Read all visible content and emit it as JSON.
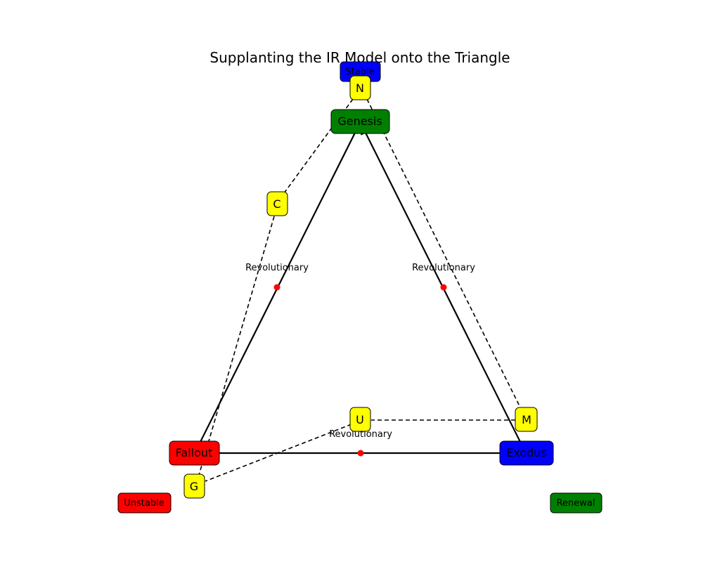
{
  "title": "Supplanting the IR Model onto the Triangle",
  "nodes": {
    "genesis": {
      "label": "Genesis",
      "color": "#008000"
    },
    "fallout": {
      "label": "Fallout",
      "color": "#ff0000"
    },
    "exodus": {
      "label": "Exodus",
      "color": "#0000ff"
    }
  },
  "letters": {
    "N": {
      "label": "N",
      "color": "#ffff00"
    },
    "C": {
      "label": "C",
      "color": "#ffff00"
    },
    "M": {
      "label": "M",
      "color": "#ffff00"
    },
    "U": {
      "label": "U",
      "color": "#ffff00"
    },
    "G": {
      "label": "G",
      "color": "#ffff00"
    }
  },
  "legend": {
    "stable": {
      "label": "Stable",
      "color": "#0000ff"
    },
    "unstable": {
      "label": "Unstable",
      "color": "#ff0000"
    },
    "renewal": {
      "label": "Renewal",
      "color": "#008000"
    }
  },
  "edge_labels": {
    "left": "Revolutionary",
    "right": "Revolutionary",
    "bottom": "Revolutionary"
  },
  "midpoint_color": "#ff0000"
}
